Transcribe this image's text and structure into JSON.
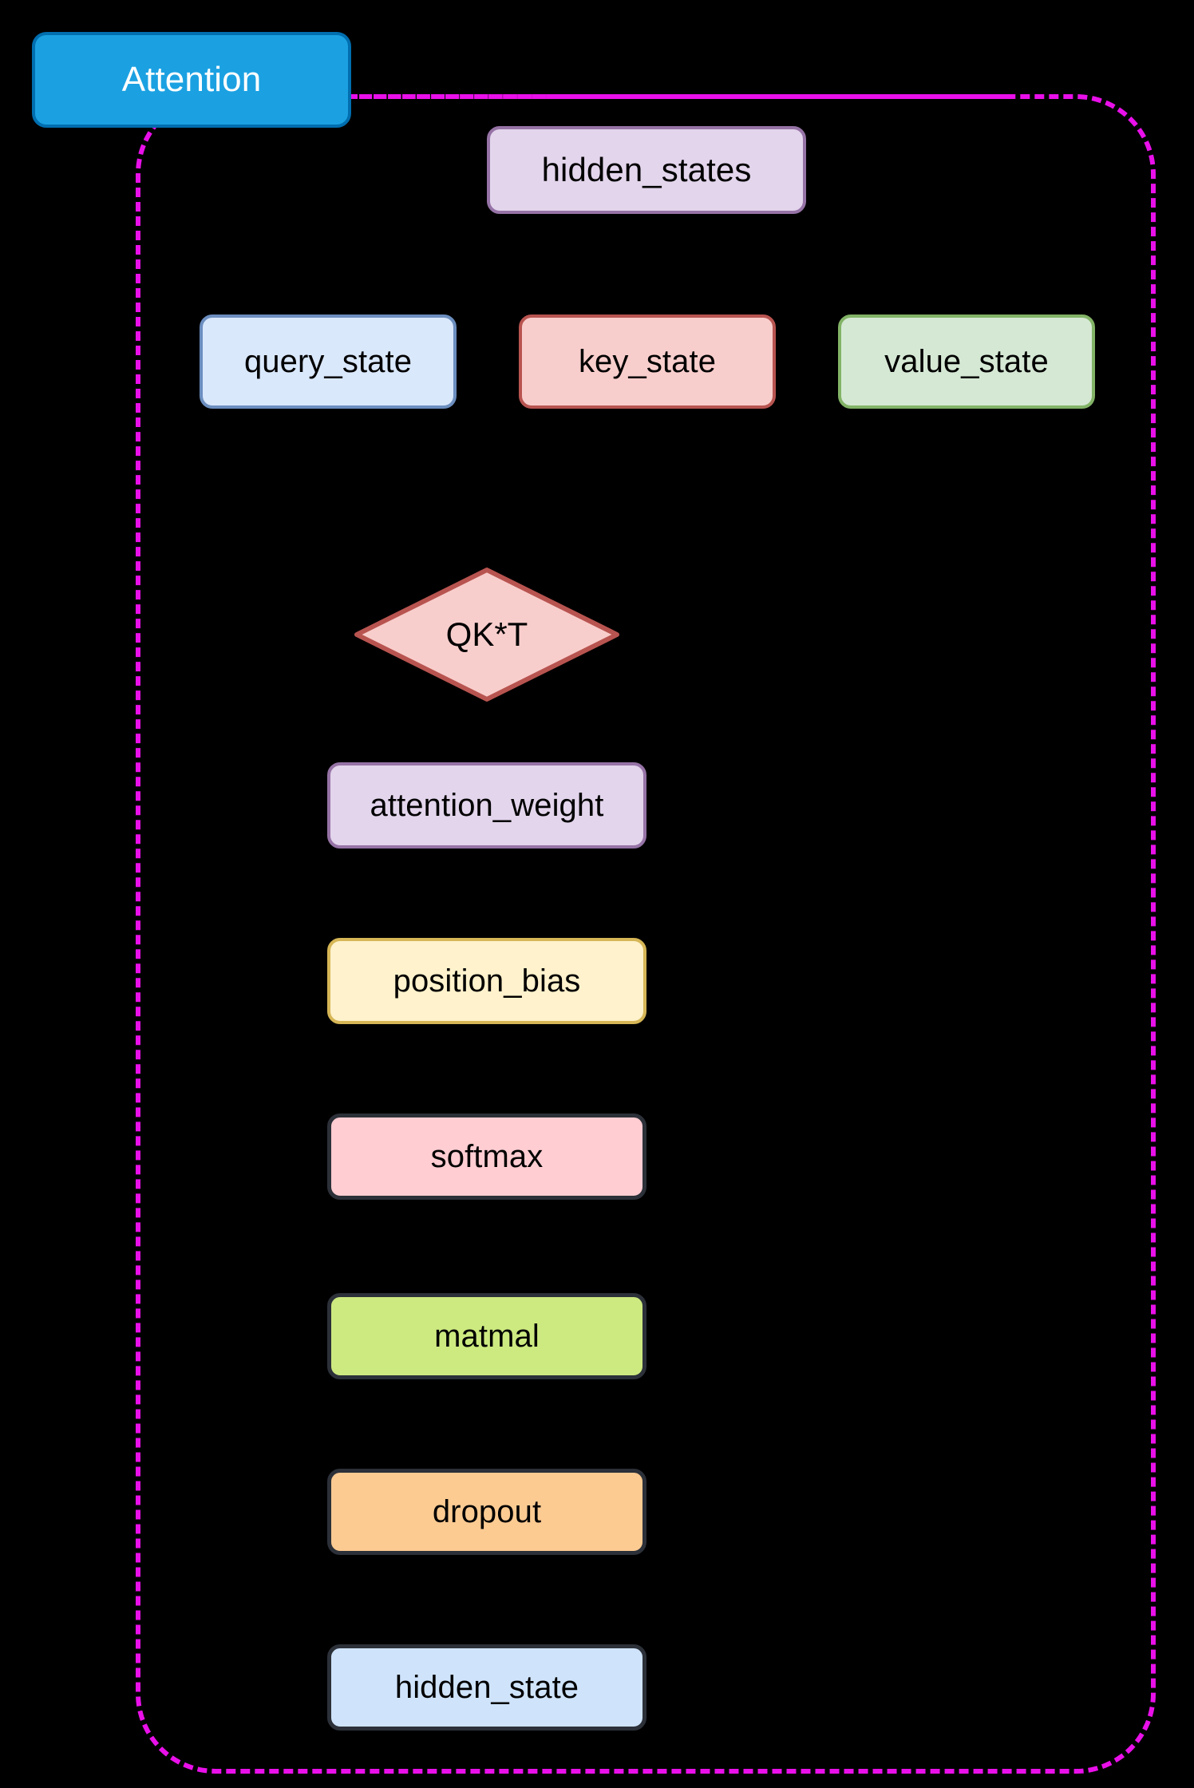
{
  "diagram": {
    "type": "flowchart",
    "background": "#000000",
    "subgraph": {
      "title": "Attention",
      "title_fill": "#1ba1e2",
      "title_border": "#006eaf",
      "title_text_color": "#ffffff",
      "border_color": "#e910e9",
      "border_style": "dashed"
    },
    "nodes": [
      {
        "id": "hidden_states",
        "label": "hidden_states",
        "shape": "rounded-rect",
        "fill": "#e3d5ec",
        "stroke": "#9673a6"
      },
      {
        "id": "query_state",
        "label": "query_state",
        "shape": "rounded-rect",
        "fill": "#dae8fc",
        "stroke": "#6c8ebf"
      },
      {
        "id": "key_state",
        "label": "key_state",
        "shape": "rounded-rect",
        "fill": "#f8cecc",
        "stroke": "#b85450"
      },
      {
        "id": "value_state",
        "label": "value_state",
        "shape": "rounded-rect",
        "fill": "#d5e8d4",
        "stroke": "#82b366"
      },
      {
        "id": "qkt",
        "label": "QK*T",
        "shape": "diamond",
        "fill": "#f8cecc",
        "stroke": "#b85450"
      },
      {
        "id": "attention_weight",
        "label": "attention_weight",
        "shape": "rounded-rect",
        "fill": "#e3d5ec",
        "stroke": "#9673a6"
      },
      {
        "id": "position_bias",
        "label": "position_bias",
        "shape": "rounded-rect",
        "fill": "#fff2cc",
        "stroke": "#d6b656"
      },
      {
        "id": "softmax",
        "label": "softmax",
        "shape": "rounded-rect",
        "fill": "#ffcdd2",
        "stroke": "#2c3038"
      },
      {
        "id": "matmal",
        "label": "matmal",
        "shape": "rounded-rect",
        "fill": "#cdea80",
        "stroke": "#2c3038"
      },
      {
        "id": "dropout",
        "label": "dropout",
        "shape": "rounded-rect",
        "fill": "#fccb92",
        "stroke": "#2c3038"
      },
      {
        "id": "hidden_state",
        "label": "hidden_state",
        "shape": "rounded-rect",
        "fill": "#cfe4fb",
        "stroke": "#2c3038"
      }
    ]
  }
}
